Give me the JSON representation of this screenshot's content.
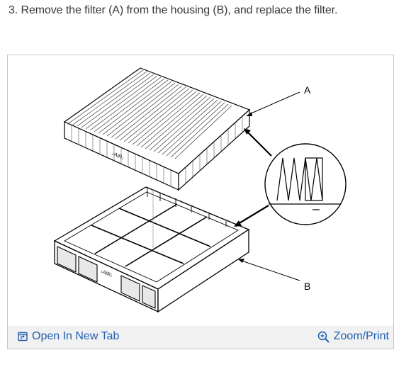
{
  "step": {
    "text": "3. Remove the filter (A) from the housing (B), and replace the filter."
  },
  "figure": {
    "label_a": "A",
    "label_b": "B"
  },
  "toolbar": {
    "open_tab_label": "Open In New Tab",
    "open_tab_icon": "open-tab-icon",
    "zoom_label": "Zoom/Print",
    "zoom_icon": "zoom-plus-icon"
  },
  "colors": {
    "link": "#1f5fb0",
    "toolbar_bg": "#f1f1f1",
    "frame_border": "#c8c8c8"
  }
}
